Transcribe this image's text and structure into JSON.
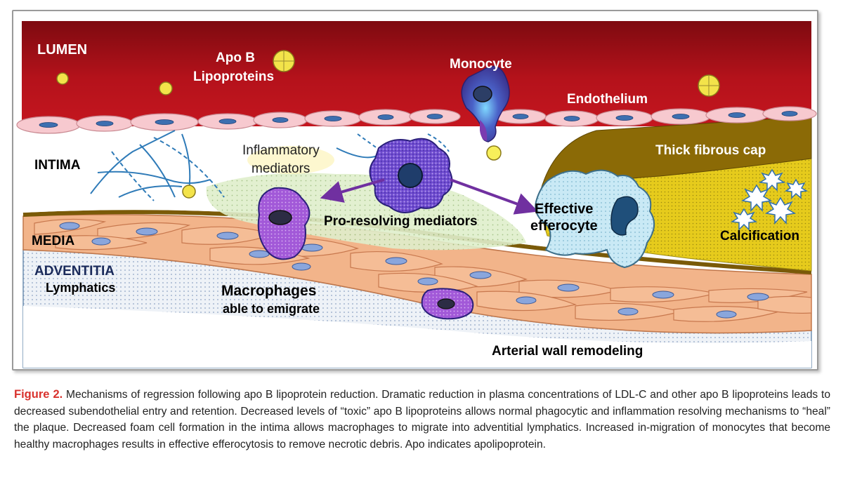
{
  "labels": {
    "lumen": "LUMEN",
    "apob_line1": "Apo B",
    "apob_line2": "Lipoproteins",
    "monocyte": "Monocyte",
    "endothelium": "Endothelium",
    "intima": "INTIMA",
    "inflam_line1": "Inflammatory",
    "inflam_line2": "mediators",
    "thick_cap": "Thick fibrous cap",
    "effective_line1": "Effective",
    "effective_line2": "efferocyte",
    "pro_resolving": "Pro-resolving mediators",
    "media": "MEDIA",
    "calcification": "Calcification",
    "adventitia": "ADVENTITIA",
    "lymphatics": "Lymphatics",
    "macro_line1": "Macrophages",
    "macro_line2": "able to emigrate",
    "remodeling": "Arterial wall remodeling"
  },
  "caption": {
    "figure_label": "Figure 2.",
    "text": " Mechanisms of regression following apo B lipoprotein reduction. Dramatic reduction in plasma concentrations of LDL-C and other apo B lipoproteins leads to decreased subendothelial entry and retention. Decreased levels of “toxic” apo B lipoproteins allows normal phagocytic and inflammation resolving mechanisms to “heal” the plaque. Decreased foam cell formation in the intima allows macrophages to migrate into adventitial lymphatics. Increased in-migration of monocytes that become healthy macrophages results in effective efferocytosis to remove necrotic debris. Apo indicates apolipoprotein."
  },
  "colors": {
    "lumen": "#b5121b",
    "endothelial_cell": "#f7c9cf",
    "smooth_muscle": "#f2b48a",
    "fibrous_cap": "#8b6a06",
    "necrotic_core": "#e0c318",
    "macrophage": "#9b4dd0",
    "efferocyte": "#bfe4f2",
    "arrow": "#7030a0",
    "figure_label": "#d9322d"
  }
}
